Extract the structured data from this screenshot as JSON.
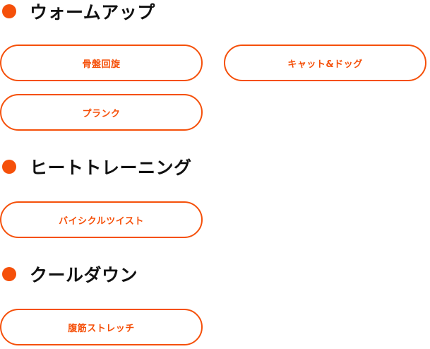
{
  "sections": [
    {
      "title": "ウォームアップ",
      "items": [
        {
          "label": "骨盤回旋"
        },
        {
          "label": "キャット&ドッグ"
        },
        {
          "label": "プランク"
        }
      ]
    },
    {
      "title": "ヒートトレーニング",
      "items": [
        {
          "label": "バイシクルツイスト"
        }
      ]
    },
    {
      "title": "クールダウン",
      "items": [
        {
          "label": "腹筋ストレッチ"
        }
      ]
    }
  ],
  "colors": {
    "accent": "#f5500a",
    "heading": "#111111",
    "background": "#ffffff"
  }
}
